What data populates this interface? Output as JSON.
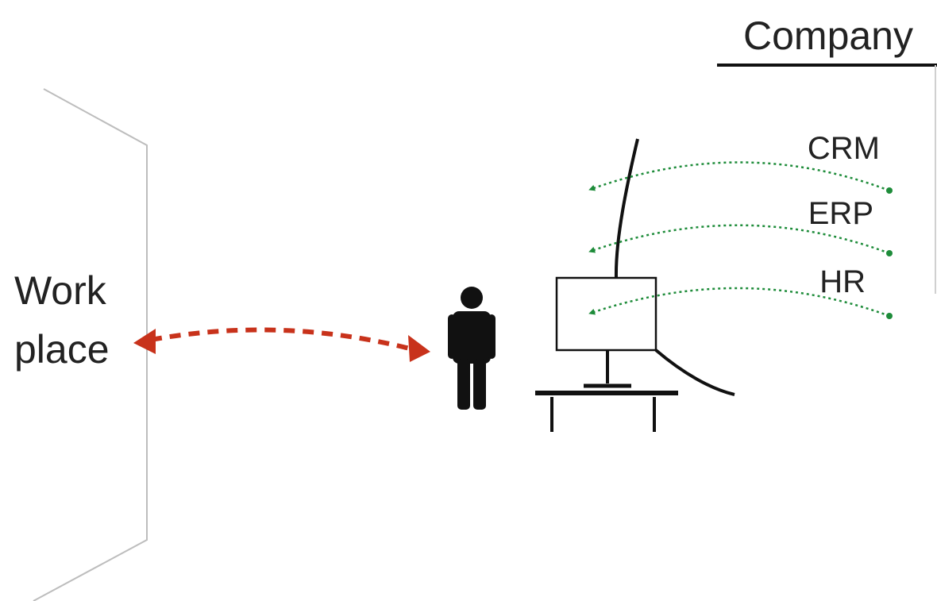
{
  "company": {
    "title": "Company"
  },
  "workplace": {
    "line1": "Work",
    "line2": "place"
  },
  "systems": [
    {
      "label": "CRM"
    },
    {
      "label": "ERP"
    },
    {
      "label": "HR"
    }
  ],
  "colors": {
    "interaction_arrow": "#c8321b",
    "data_flow": "#1e8c3a",
    "outline": "#111111",
    "wall": "#bdbdbd",
    "text": "#222222"
  },
  "icons": {
    "person": "person-icon",
    "computer": "computer-monitor-icon",
    "desk": "desk-icon"
  }
}
